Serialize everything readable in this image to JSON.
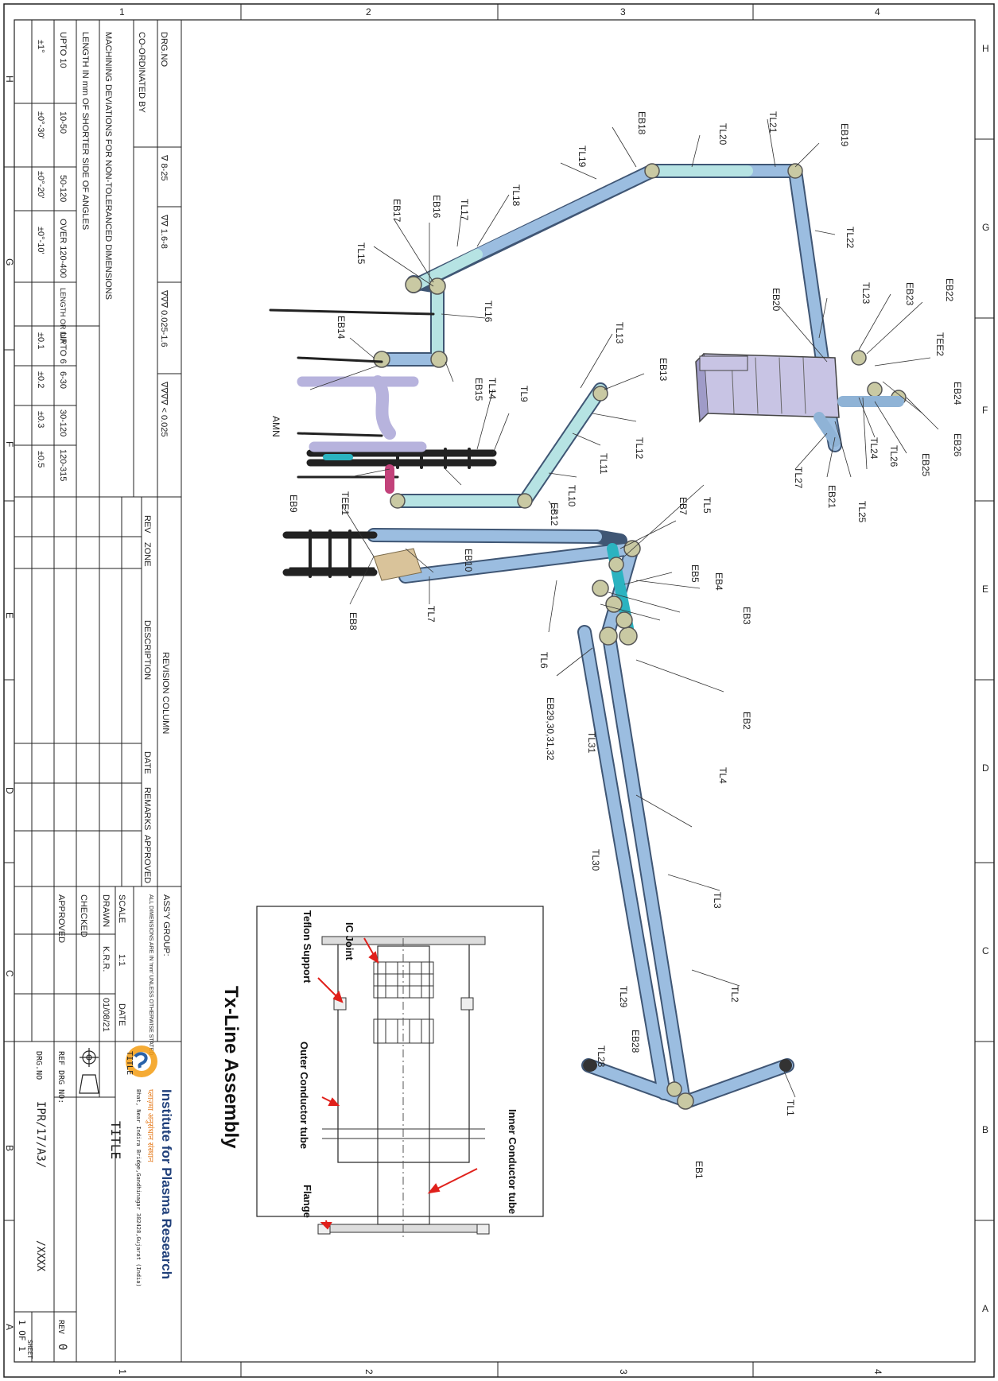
{
  "zones": {
    "cols": [
      "1",
      "2",
      "3",
      "4"
    ],
    "rows": [
      "H",
      "G",
      "F",
      "E",
      "D",
      "C",
      "B",
      "A"
    ]
  },
  "tolerance": {
    "drg_no": "DRG.NO",
    "coordinated_by": "CO-ORDINATED BY",
    "finish_1": "∇ 8-25",
    "finish_2": "∇∇ 1.6-8",
    "finish_3": "∇∇∇ 0.025-1.6",
    "finish_4": "∇∇∇∇ < 0.025",
    "machining_title": "MACHINING DEVIATIONS FOR NON-TOLERANCED DIMENSIONS",
    "angle_title": "LENGTH IN mm OF SHORTER SIDE OF ANGLES",
    "angle_ranges": [
      "UPTO 10",
      "10-50",
      "50-120",
      "OVER 120-400"
    ],
    "angle_devs": [
      "±1°",
      "±0°-30'",
      "±0°-20'",
      "±0°-10'"
    ],
    "length_head": "LENGTH OR DIA",
    "length_ranges": [
      "UPTO 6",
      "6-30",
      "30-120",
      "120-315"
    ],
    "length_devs": [
      "±0.1",
      "±0.2",
      "±0.3",
      "±0.5"
    ]
  },
  "revision": {
    "title": "REVISION COLUMN",
    "headers": [
      "REV",
      "ZONE",
      "DESCRIPTION",
      "DATE",
      "REMARKS",
      "APPROVED"
    ]
  },
  "title_block": {
    "assy_group": "ASS'Y GROUP:",
    "note": "ALL DIMENSIONS ARE IN 'mm' UNLESS OTHERWISE STATED",
    "scale_label": "SCALE",
    "scale_value": "1:1",
    "date_label": "DATE",
    "drawn_label": "DRAWN",
    "drawn_value": "K.R.R.",
    "drawn_date": "01/08/21",
    "checked_label": "CHECKED",
    "approved_label": "APPROVED",
    "institute": "Institute for Plasma Research",
    "institute_hindi": "प्लाज़्मा अनुसंधान संस्थान",
    "address": "Bhat, Near Indira Bridge,Gandhinagar 382428,Gujarat (India)",
    "title_label": "TITLE",
    "title_value": "TITLE",
    "ref_drg": "REF DRG NO:",
    "drg_no_label": "DRG.NO",
    "drg_no_value": "IPR/17/A3/",
    "drg_no_suffix": "/XXXX",
    "rev_label": "REV",
    "rev_value": "0",
    "sheet_label": "SHEET",
    "sheet_value": "1 OF 1"
  },
  "drawing": {
    "callouts": [
      "TL1",
      "TL2",
      "TL3",
      "TL4",
      "TL5",
      "TL6",
      "TL7",
      "TL9",
      "TL10",
      "TL11",
      "TL12",
      "TL13",
      "TL14",
      "TL15",
      "TL16",
      "TL17",
      "TL18",
      "TL19",
      "TL20",
      "TL21",
      "TL22",
      "TL23",
      "TL24",
      "TL25",
      "TL26",
      "TL27",
      "TL28",
      "TL29",
      "TL30",
      "TL31",
      "EB1",
      "EB2",
      "EB3",
      "EB4",
      "EB5",
      "EB7",
      "EB8",
      "EB9",
      "EB10",
      "EB12",
      "EB13",
      "EB14",
      "EB15",
      "EB16",
      "EB17",
      "EB18",
      "EB19",
      "EB20",
      "EB21",
      "EB22",
      "EB23",
      "EB24",
      "EB25",
      "EB26",
      "EB28",
      "EB29,30,31,32",
      "TEE1",
      "TEE2",
      "AMN"
    ]
  },
  "inset": {
    "title": "Tx-Line Assembly",
    "labels": {
      "ic_joint": "IC Joint",
      "teflon": "Teflon Support",
      "outer": "Outer Conductor tube",
      "inner": "Inner Conductor tube",
      "flange": "Flange"
    }
  },
  "colors": {
    "pipe_blue": "#8fb3d6",
    "pipe_teal": "#a6d8d8",
    "pipe_cyan": "#2bb3c0",
    "elbow": "#c9c9a3",
    "dark": "#222222",
    "lavender": "#b7b3dd",
    "logo_orange": "#f39c12"
  }
}
